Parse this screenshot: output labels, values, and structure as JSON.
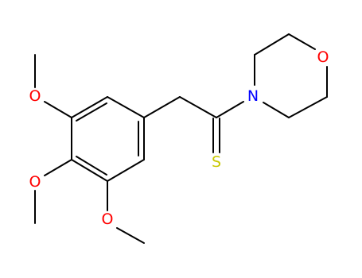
{
  "molecule": {
    "atoms": [
      {
        "id": "o_top",
        "symbol": "O",
        "role": "methoxy-oxygen-top",
        "color": "#ff0000"
      },
      {
        "id": "o_mid",
        "symbol": "O",
        "role": "methoxy-oxygen-middle",
        "color": "#ff0000"
      },
      {
        "id": "o_low",
        "symbol": "O",
        "role": "methoxy-oxygen-lower",
        "color": "#ff0000"
      },
      {
        "id": "o_morph",
        "symbol": "O",
        "role": "morpholine-oxygen",
        "color": "#ff0000"
      },
      {
        "id": "n_morph",
        "symbol": "N",
        "role": "morpholine-nitrogen",
        "color": "#0000ff"
      },
      {
        "id": "s_thio",
        "symbol": "S",
        "role": "thioamide-sulfur",
        "color": "#c8c800"
      }
    ]
  }
}
